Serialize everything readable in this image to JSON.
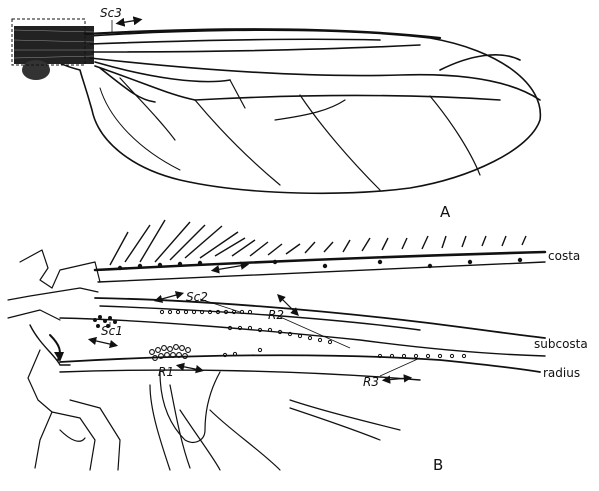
{
  "panels": {
    "a": {
      "letter": "A",
      "label_sc3": "Sc3"
    },
    "b": {
      "letter": "B",
      "labels": {
        "costa": "costa",
        "subcosta": "subcosta",
        "radius": "radius",
        "sc1": "Sc1",
        "sc2": "Sc2",
        "r1": "R1",
        "r2": "R2",
        "r3": "R3"
      }
    }
  },
  "colors": {
    "ink": "#111111",
    "background": "#ffffff"
  }
}
